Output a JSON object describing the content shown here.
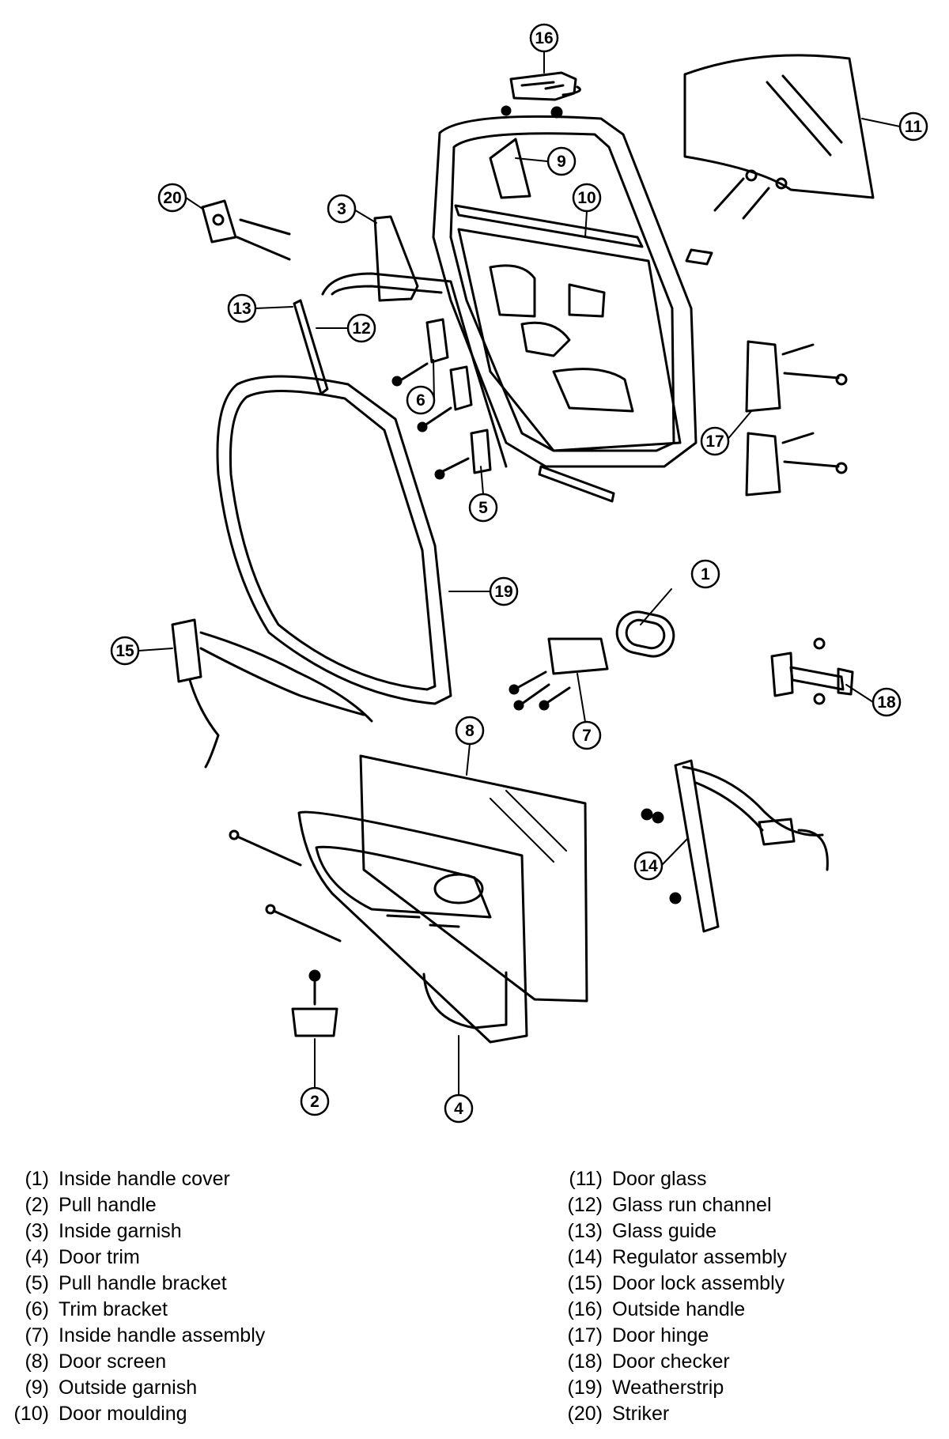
{
  "diagram": {
    "callouts": [
      {
        "id": "c1",
        "label": "1"
      },
      {
        "id": "c2",
        "label": "2"
      },
      {
        "id": "c3",
        "label": "3"
      },
      {
        "id": "c4",
        "label": "4"
      },
      {
        "id": "c5",
        "label": "5"
      },
      {
        "id": "c6",
        "label": "6"
      },
      {
        "id": "c7",
        "label": "7"
      },
      {
        "id": "c8",
        "label": "8"
      },
      {
        "id": "c9",
        "label": "9"
      },
      {
        "id": "c10",
        "label": "10"
      },
      {
        "id": "c11",
        "label": "11"
      },
      {
        "id": "c12",
        "label": "12"
      },
      {
        "id": "c13",
        "label": "13"
      },
      {
        "id": "c14",
        "label": "14"
      },
      {
        "id": "c15",
        "label": "15"
      },
      {
        "id": "c16",
        "label": "16"
      },
      {
        "id": "c17",
        "label": "17"
      },
      {
        "id": "c18",
        "label": "18"
      },
      {
        "id": "c19",
        "label": "19"
      },
      {
        "id": "c20",
        "label": "20"
      }
    ]
  },
  "legend": {
    "left": [
      {
        "num": "(1)",
        "text": "Inside handle cover"
      },
      {
        "num": "(2)",
        "text": "Pull handle"
      },
      {
        "num": "(3)",
        "text": "Inside garnish"
      },
      {
        "num": "(4)",
        "text": "Door trim"
      },
      {
        "num": "(5)",
        "text": "Pull handle bracket"
      },
      {
        "num": "(6)",
        "text": "Trim bracket"
      },
      {
        "num": "(7)",
        "text": "Inside handle assembly"
      },
      {
        "num": "(8)",
        "text": "Door screen"
      },
      {
        "num": "(9)",
        "text": "Outside garnish"
      },
      {
        "num": "(10)",
        "text": "Door moulding"
      }
    ],
    "right": [
      {
        "num": "(11)",
        "text": "Door glass"
      },
      {
        "num": "(12)",
        "text": "Glass run channel"
      },
      {
        "num": "(13)",
        "text": "Glass guide"
      },
      {
        "num": "(14)",
        "text": "Regulator assembly"
      },
      {
        "num": "(15)",
        "text": "Door lock assembly"
      },
      {
        "num": "(16)",
        "text": "Outside handle"
      },
      {
        "num": "(17)",
        "text": "Door hinge"
      },
      {
        "num": "(18)",
        "text": "Door checker"
      },
      {
        "num": "(19)",
        "text": "Weatherstrip"
      },
      {
        "num": "(20)",
        "text": "Striker"
      }
    ]
  }
}
